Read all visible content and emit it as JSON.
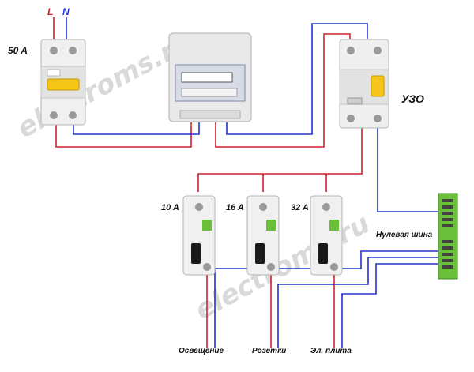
{
  "watermark": "electroms.ru",
  "labels": {
    "phase": "L",
    "neutral": "N",
    "main_breaker": "50 A",
    "rcd": "УЗО",
    "breaker_1": "10 A",
    "breaker_2": "16 A",
    "breaker_3": "32 A",
    "neutral_bus": "Нулевая шина",
    "load_1": "Освещение",
    "load_2": "Розетки",
    "load_3": "Эл. плита"
  },
  "colors": {
    "phase_wire": "#d0202a",
    "neutral_wire": "#2233cc",
    "device_body": "#eeeeee",
    "toggle_yellow": "#f5c518",
    "toggle_black": "#1a1a1a",
    "bus_green": "#6cbf3a"
  },
  "icons": [
    "double-pole-breaker-icon",
    "electricity-meter-icon",
    "rcd-icon",
    "single-pole-breaker-icon",
    "neutral-bus-bar-icon"
  ]
}
